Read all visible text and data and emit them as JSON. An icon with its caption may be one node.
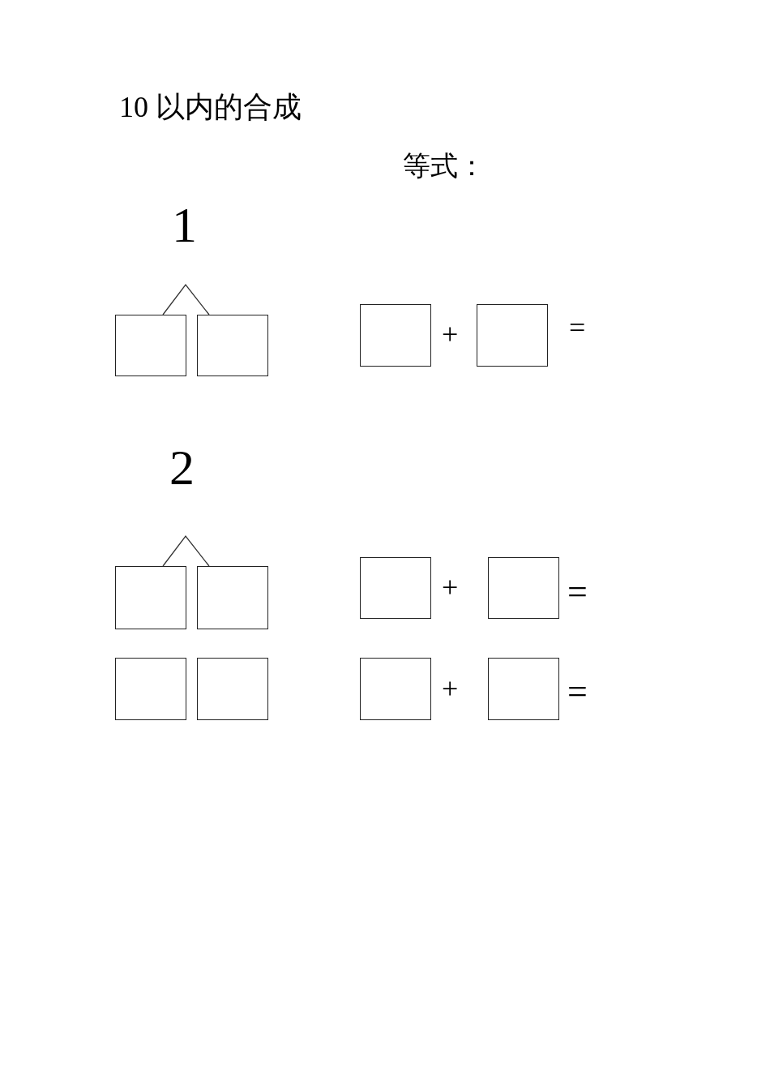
{
  "diagram": {
    "title": "10 以内的合成",
    "nodes": [
      {
        "text": [],
        "shape": "box"
      },
      {
        "text": [],
        "shape": "box"
      },
      {
        "text": [],
        "shape": "box"
      },
      {
        "text": [],
        "shape": "box"
      },
      {
        "text": [],
        "shape": "box"
      },
      {
        "text": [],
        "shape": "box"
      },
      {
        "text": [],
        "shape": "box"
      },
      {
        "text": [],
        "shape": "box"
      },
      {
        "text": [],
        "shape": "box"
      },
      {
        "text": [],
        "shape": "box"
      },
      {
        "text": [],
        "shape": "box"
      },
      {
        "text": [],
        "shape": "box"
      }
    ],
    "labels": [
      "等式：",
      "1",
      "+",
      "=",
      "2",
      "+",
      "=",
      "+",
      "="
    ]
  }
}
